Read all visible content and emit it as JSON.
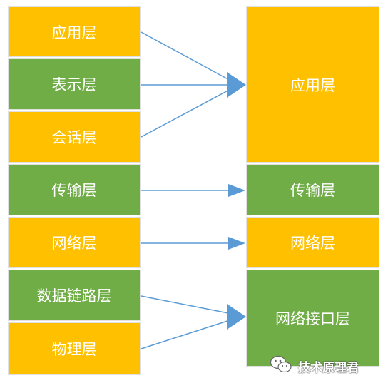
{
  "osi_layers": [
    "应用层",
    "表示层",
    "会话层",
    "传输层",
    "网络层",
    "数据链路层",
    "物理层"
  ],
  "tcpip_layers": [
    "应用层",
    "传输层",
    "网络层",
    "网络接口层"
  ],
  "watermark": {
    "text": "技术原理君",
    "icon": "wechat-icon"
  },
  "colors": {
    "orange": "#ffc000",
    "green": "#70ad47",
    "arrow": "#5b9bd5"
  }
}
